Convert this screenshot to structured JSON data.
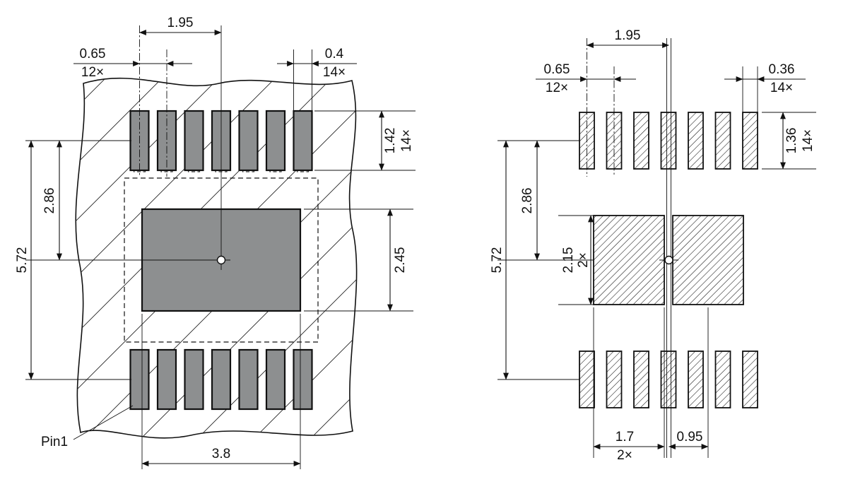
{
  "left": {
    "title": "component-land-pattern-view",
    "pin1": "Pin1",
    "dims": {
      "span": "1.95",
      "pitch": "0.65",
      "pitch_count": "12×",
      "pad_w": "0.4",
      "pad_w_count": "14×",
      "pad_h": "1.42",
      "pad_h_count": "14×",
      "half": "2.86",
      "full": "5.72",
      "center_h": "2.45",
      "center_w": "3.8"
    }
  },
  "right": {
    "title": "stencil-aperture-view",
    "dims": {
      "span": "1.95",
      "pitch": "0.65",
      "pitch_count": "12×",
      "pad_w": "0.36",
      "pad_w_count": "14×",
      "pad_h": "1.36",
      "pad_h_count": "14×",
      "half": "2.86",
      "full": "5.72",
      "center_h": "2.15",
      "center_h_count": "2×",
      "center_w": "1.7",
      "center_w_count": "2×",
      "center_off": "0.95"
    }
  },
  "colors": {
    "pad_fill": "#8d8f90",
    "line": "#111111",
    "background": "#ffffff"
  }
}
